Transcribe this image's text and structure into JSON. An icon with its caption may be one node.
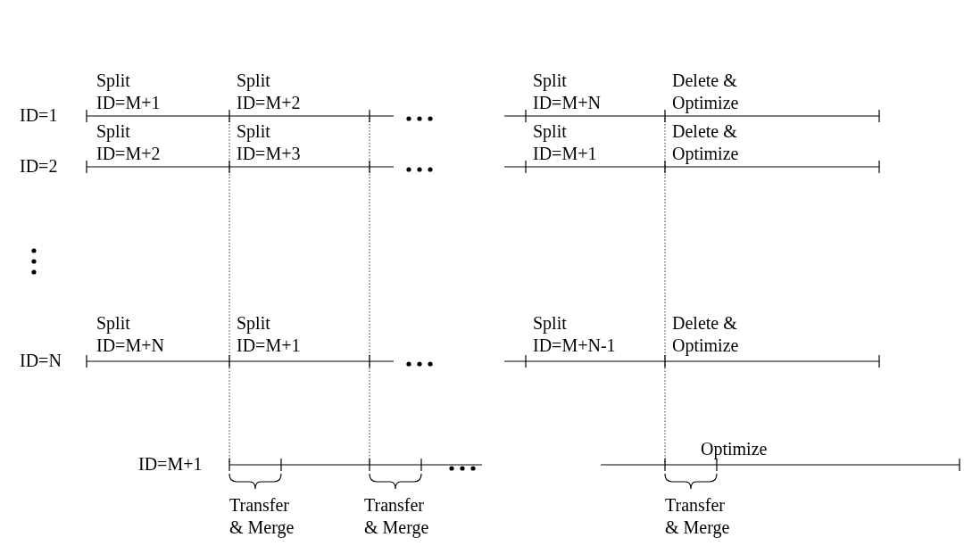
{
  "diagram": {
    "labels": [
      "Split ID=M+1",
      "Split ID=M+2",
      "Split ID=M+N",
      "Delete & Optimize",
      "ID=1",
      "Split ID=M+2",
      "Split ID=M+3",
      "Split ID=M+1",
      "Delete & Optimize",
      "ID=2",
      "Split ID=M+N",
      "Split ID=M+1",
      "Split ID=M+N-1",
      "Delete & Optimize",
      "ID=N",
      "ID=M+1",
      "Optimize",
      "Transfer & Merge",
      "Transfer & Merge",
      "Transfer & Merge"
    ]
  }
}
